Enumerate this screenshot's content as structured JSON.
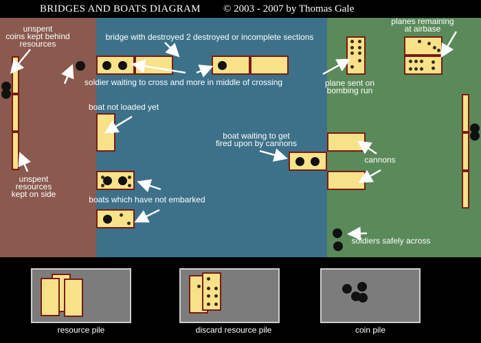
{
  "title": {
    "main": "BRIDGES AND BOATS  DIAGRAM",
    "copyright": "© 2003 - 2007  by Thomas Gale"
  },
  "labels": {
    "unspent_coins": "unspent\ncoins kept behind\nresources",
    "bridge_destroyed": "bridge with destroyed 2 destroyed or incomplete sections",
    "soldier_waiting": "soldier waiting to cross and more in middle of crossing",
    "plane_sent": "plane sent on\nbombing run",
    "planes_remaining": "planes remaining\nat airbase",
    "boat_not_loaded": "boat not loaded yet",
    "boat_waiting": "boat waiting to get\nfired upon by cannons",
    "cannons": "cannons",
    "unspent_resources": "unspent\nresources\nkept on side",
    "boats_not_embarked": "boats which have not embarked",
    "soldiers_across": "soldiers safely across"
  },
  "panels": {
    "resource_pile": "resource pile",
    "discard_pile": "discard resource pile",
    "coin_pile": "coin pile"
  },
  "colors": {
    "left_bank": "#8a5a4e",
    "river": "#3c7189",
    "right_bank": "#5a8a5a",
    "tile": "#f7e28a",
    "tile_border": "#7a1a12"
  }
}
